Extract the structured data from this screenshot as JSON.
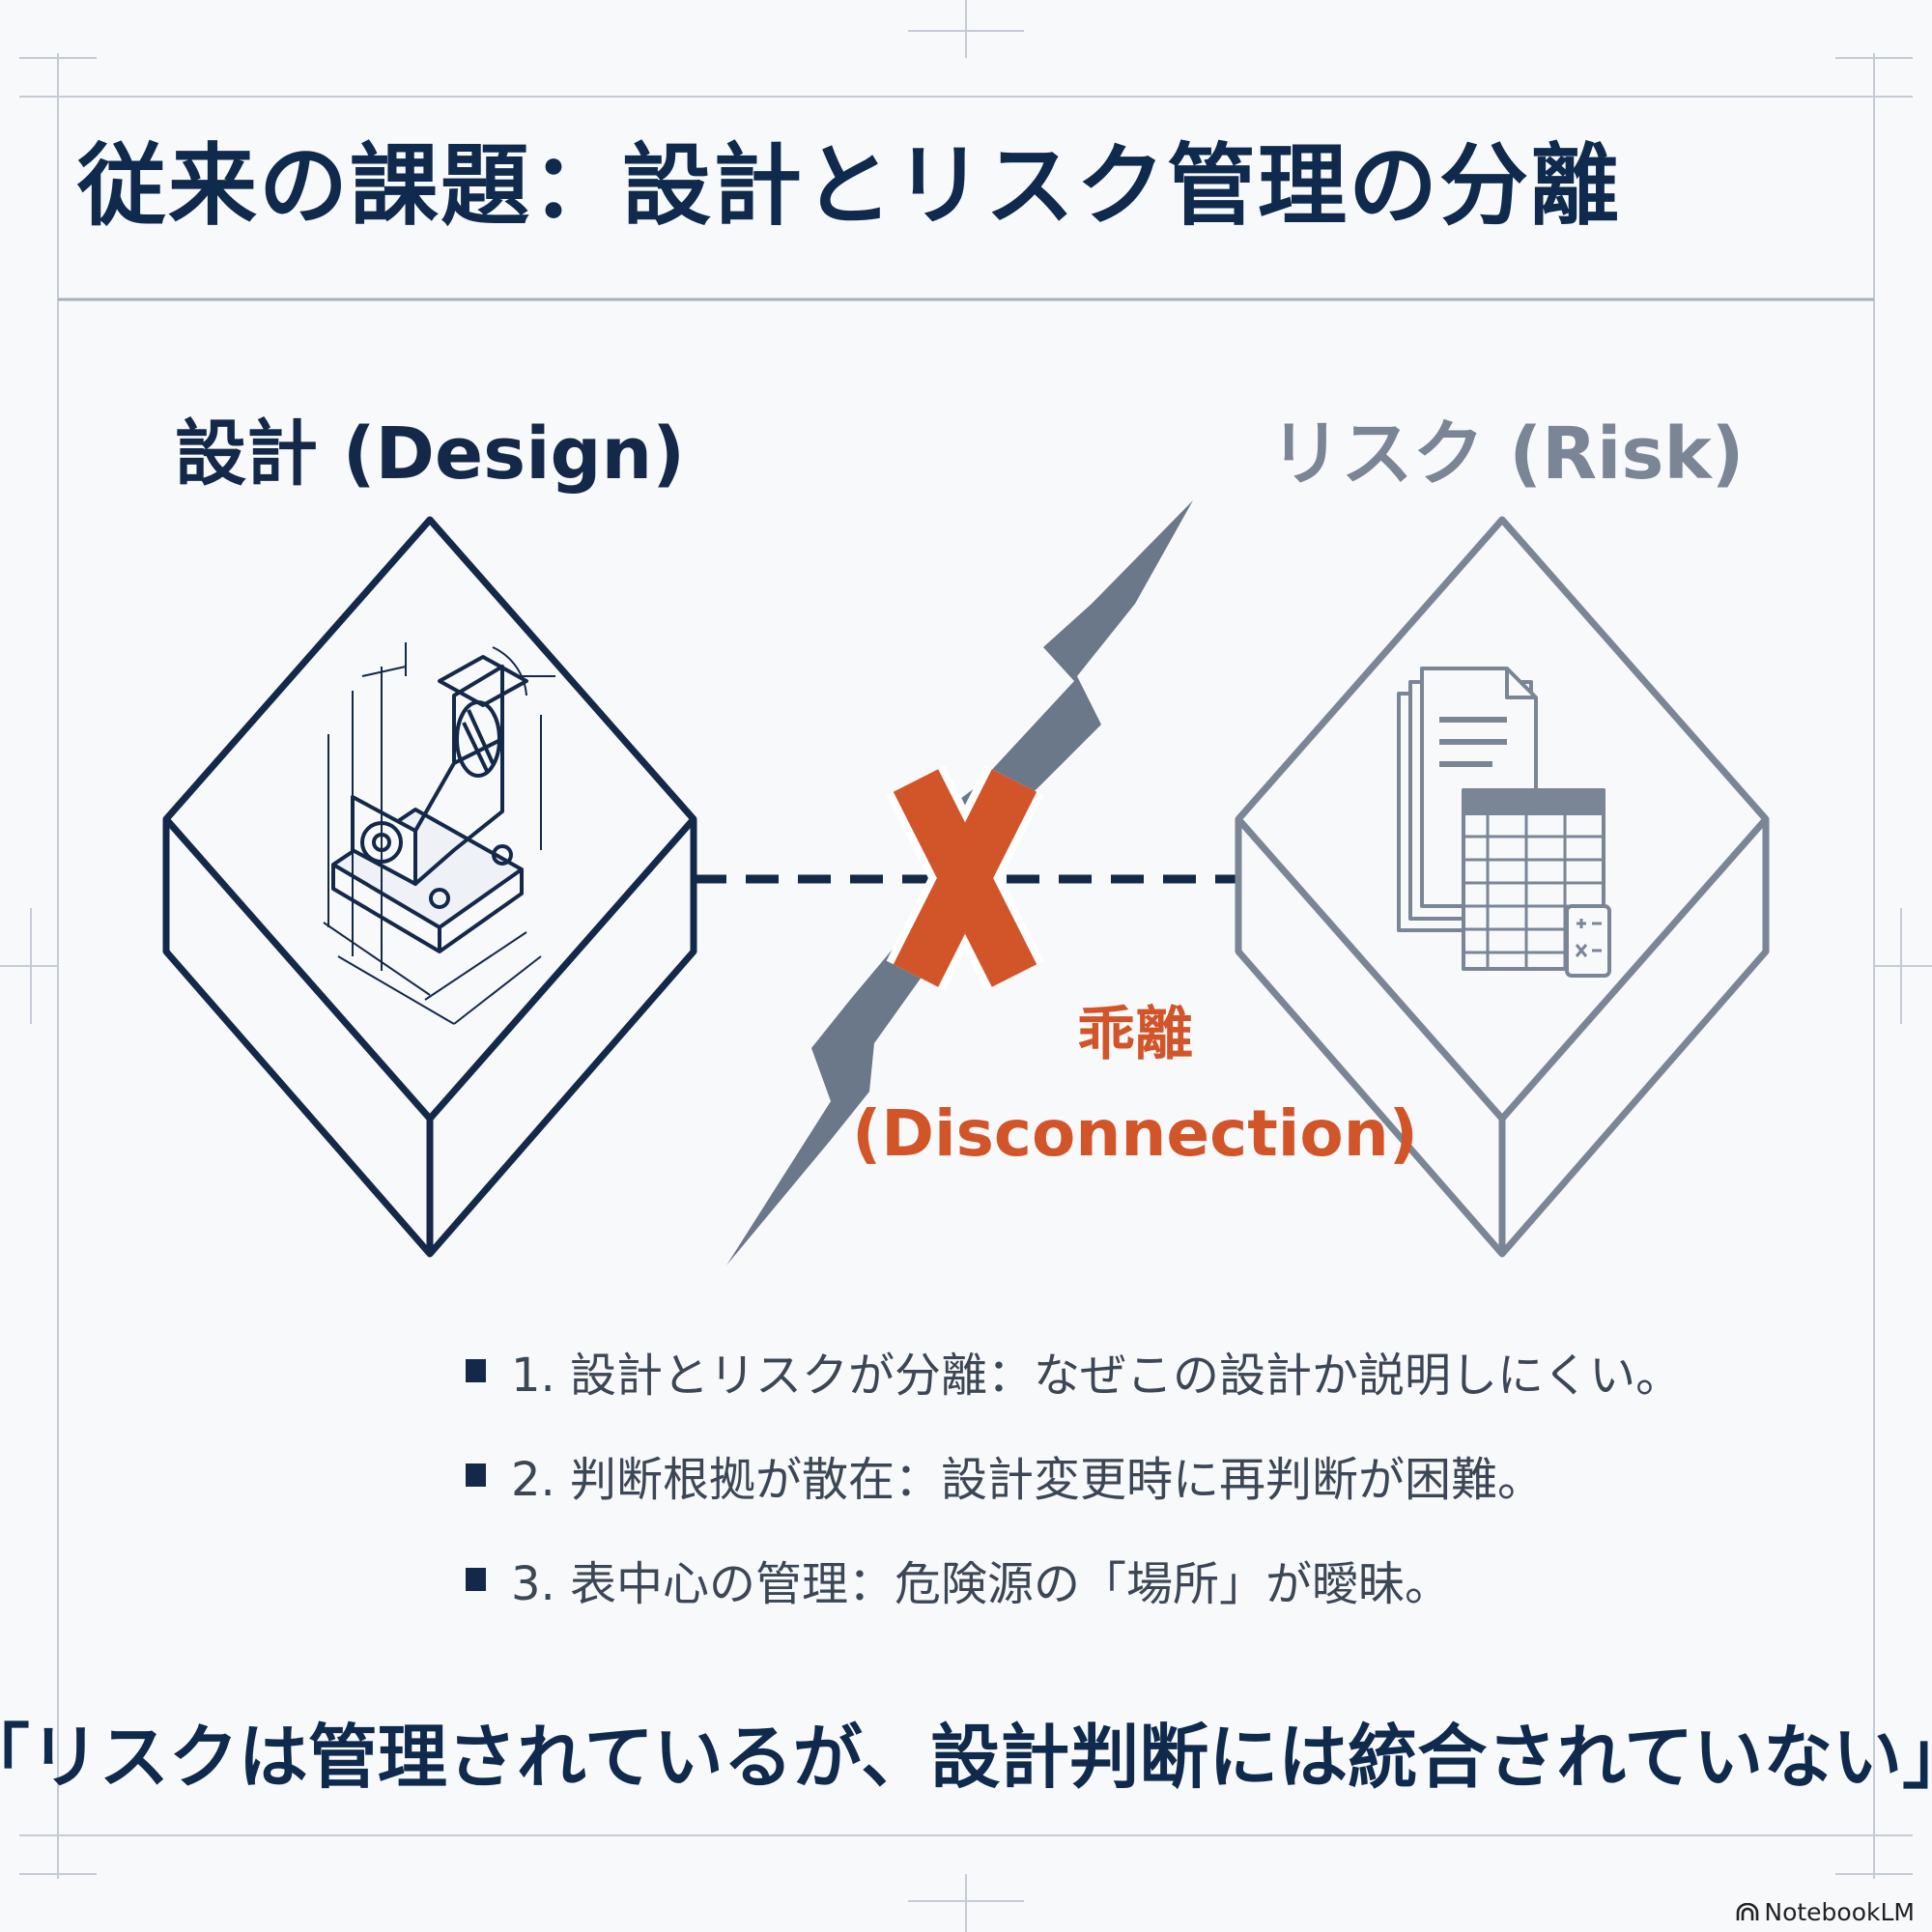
{
  "title": "従来の課題：設計とリスク管理の分離",
  "design": {
    "label": "設計 (Design)",
    "icon": "mechanical-drawing-icon"
  },
  "risk": {
    "label": "リスク (Risk)",
    "icon": "documents-spreadsheet-icon"
  },
  "disconnection": {
    "label_ja": "乖離",
    "label_en": "(Disconnection)",
    "icon": "lightning-bolt-icon",
    "mark": "cross-mark-icon"
  },
  "points": [
    {
      "text": "1. 設計とリスクが分離：なぜこの設計か説明しにくい。"
    },
    {
      "text": "2. 判断根拠が散在：設計変更時に再判断が困難。"
    },
    {
      "text": "3. 表中心の管理：危険源の「場所」が曖昧。"
    }
  ],
  "quote": "「リスクは管理されているが、設計判断には統合されていない」",
  "brand": "NotebookLM",
  "colors": {
    "navy": "#14294a",
    "gray": "#7a8696",
    "accent": "#d2552a",
    "bolt": "#6b7889",
    "bullet": "#14294a"
  }
}
